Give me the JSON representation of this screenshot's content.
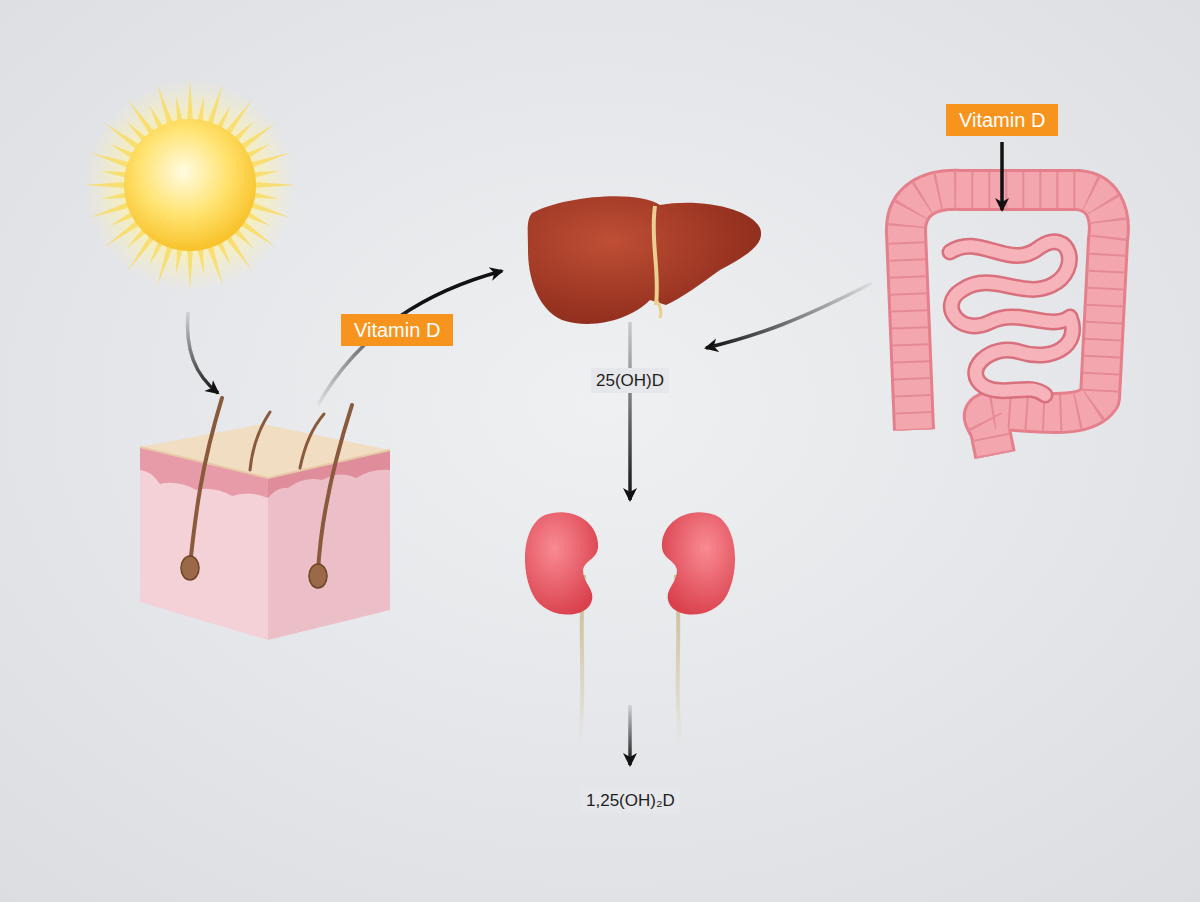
{
  "diagram": {
    "nodes": [
      {
        "text": [
          "Vitamin D"
        ]
      },
      {
        "text": [
          "Vitamin D"
        ]
      }
    ],
    "labels": [
      "25(OH)D",
      "1,25(OH)₂D"
    ]
  }
}
